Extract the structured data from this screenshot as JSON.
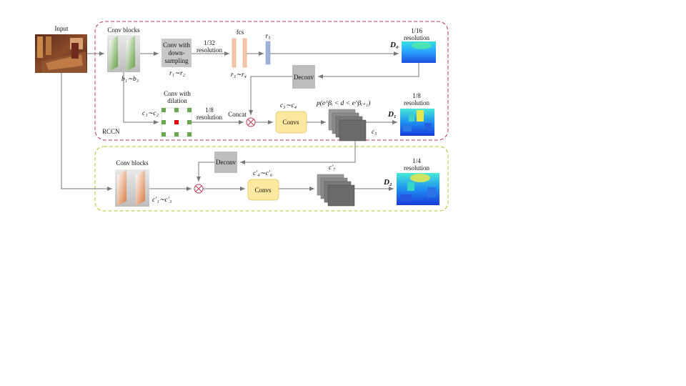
{
  "labels": {
    "input": "Input",
    "conv_blocks_top": "Conv blocks",
    "b_range": "b₁∼b₃",
    "conv_down_line1": "Conv with",
    "conv_down_line2": "down-",
    "conv_down_line3": "sampling",
    "r_range_1": "r₁∼r₂",
    "res_1_32_a": "1/32",
    "res_1_32_b": "resolution",
    "fcs": "fcs",
    "r_range_2": "r₃∼r₄",
    "r5": "r₅",
    "d0": "D₀",
    "res_1_16_a": "1/16",
    "res_1_16_b": "resolution",
    "deconv_top": "Deconv",
    "conv_dil_line1": "Conv with",
    "conv_dil_line2": "dilation",
    "c_range_1": "c₁∼c₂",
    "res_1_8_a": "1/8",
    "res_1_8_b": "resolution",
    "concat": "Concat",
    "c_range_2": "c₃∼c₄",
    "convs_top": "Convs",
    "prob": "p(e^βᵢ < d < e^βᵢ₊₁)",
    "c5": "c₅",
    "d1": "D₁",
    "res_1_8_out_a": "1/8",
    "res_1_8_out_b": "resolution",
    "rccn": "RCCN",
    "deconv_bottom": "Deconv",
    "conv_blocks_bottom": "Conv blocks",
    "cp_range_1": "c′₁∼c′₃",
    "cp_range_2": "c′₄∼c′₆",
    "convs_bottom": "Convs",
    "c7p": "c′₇",
    "d2": "D₂",
    "res_1_4_a": "1/4",
    "res_1_4_b": "resolution"
  },
  "colors": {
    "top_box_border": "#c0395a",
    "bottom_box_border": "#b5c22a",
    "green_accent": "#6aa84f",
    "orange_accent": "#e6915a",
    "fc_fill": "#f4c7a8",
    "r5_fill": "#9fb4d8",
    "convs_fill": "#fde8a0",
    "deconv_fill": "#bdbdbd",
    "dilation_red": "#e00000"
  }
}
